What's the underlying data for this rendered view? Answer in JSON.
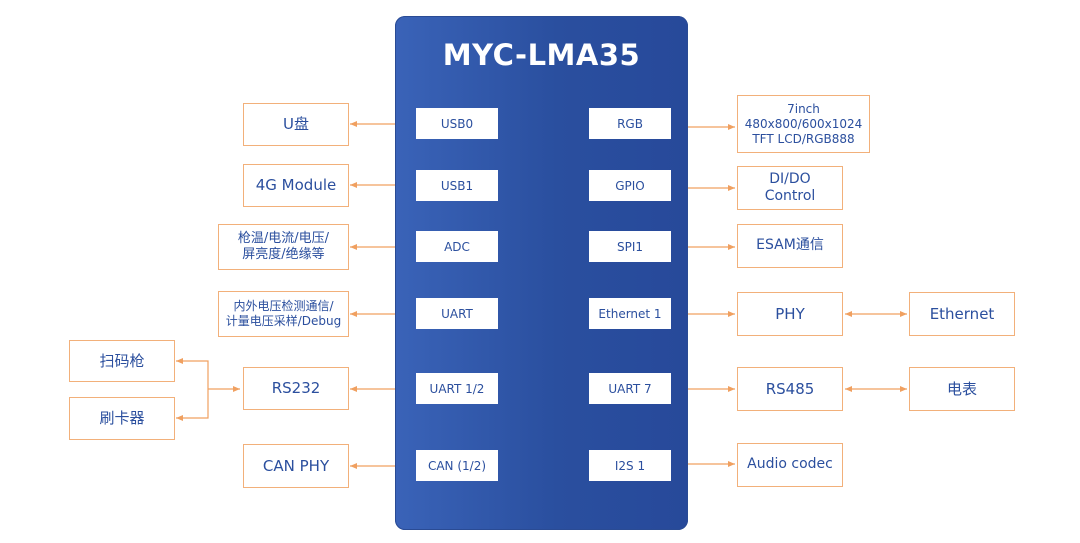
{
  "chip": {
    "title": "MYC-LMA35"
  },
  "ports": {
    "usb0": "USB0",
    "usb1": "USB1",
    "adc": "ADC",
    "uart": "UART",
    "uart12": "UART 1/2",
    "can12": "CAN (1/2)",
    "rgb": "RGB",
    "gpio": "GPIO",
    "spi1": "SPI1",
    "ethernet1": "Ethernet 1",
    "uart7": "UART 7",
    "i2s1": "I2S 1"
  },
  "peripherals": {
    "udisk": "U盘",
    "module4g": "4G Module",
    "adc_sensing": "枪温/电流/电压/\n屏亮度/绝缘等",
    "uart_use": "内外电压检测通信/\n计量电压采样/Debug",
    "rs232": "RS232",
    "scanner": "扫码枪",
    "card_reader": "刷卡器",
    "can_phy": "CAN PHY",
    "lcd": "7inch\n480x800/600x1024\nTFT LCD/RGB888",
    "dido": "DI/DO\nControl",
    "esam": "ESAM通信",
    "phy": "PHY",
    "ethernet": "Ethernet",
    "rs485": "RS485",
    "meter": "电表",
    "audio": "Audio codec"
  },
  "colors": {
    "chip": "#2a4f9f",
    "border": "#f2b07a",
    "text": "#2b4f9e",
    "arrow": "#f0a060"
  }
}
